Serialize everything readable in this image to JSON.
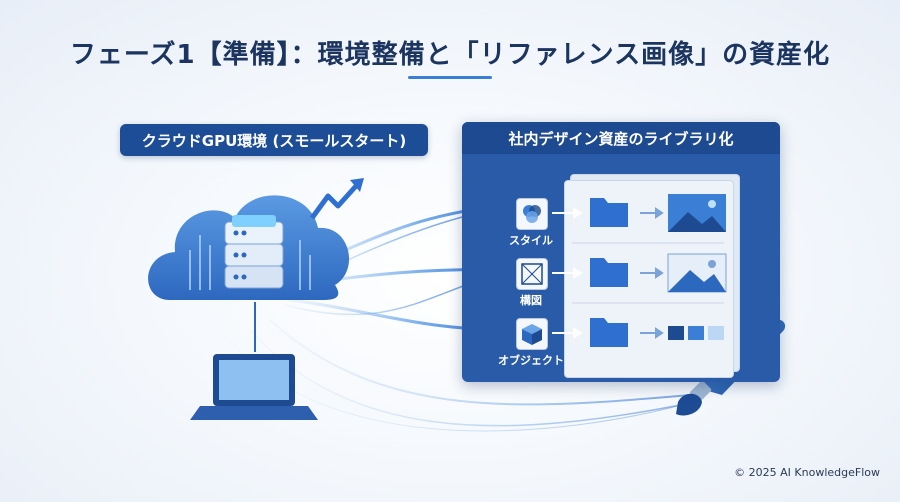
{
  "title": "フェーズ1【準備】：環境整備と「リファレンス画像」の資産化",
  "left_label": "クラウドGPU環境 (スモールスタート)",
  "library": {
    "header": "社内デザイン資産のライブラリ化",
    "rows": [
      {
        "label": "スタイル",
        "icon": "style-circles-icon"
      },
      {
        "label": "構図",
        "icon": "composition-grid-icon"
      },
      {
        "label": "オブジェクト",
        "icon": "object-cube-icon"
      }
    ]
  },
  "colors": {
    "primary": "#1d4d97",
    "accent": "#3a7fd5",
    "panel": "#2a5ba8"
  },
  "copyright": "© 2025 AI KnowledgeFlow"
}
